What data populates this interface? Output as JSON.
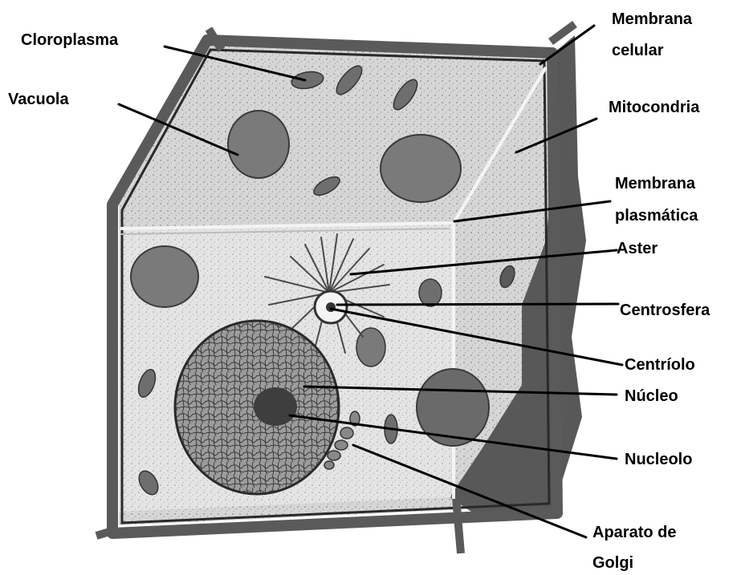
{
  "labels": {
    "cloroplasma": "Cloroplasma",
    "vacuola": "Vacuola",
    "membrana_celular_1": "Membrana",
    "membrana_celular_2": "celular",
    "mitocondria": "Mitocondria",
    "membrana_plasmatica_1": "Membrana",
    "membrana_plasmatica_2": "plasmática",
    "aster": "Aster",
    "centrosfera": "Centrosfera",
    "centriolo": "Centríolo",
    "nucleo": "Núcleo",
    "nucleolo": "Nucleolo",
    "golgi_1": "Aparato de",
    "golgi_2": "Golgi"
  },
  "colors": {
    "wall": "#6e6e6e",
    "wall_dark": "#4a4a4a",
    "cytoplasm": "#d4d4d4",
    "cytoplasm_light": "#e2e2e2",
    "organelle": "#7a7a7a",
    "nucleus": "#9a9a9a",
    "nucleolus": "#3e3e3e",
    "label": "#000000"
  }
}
